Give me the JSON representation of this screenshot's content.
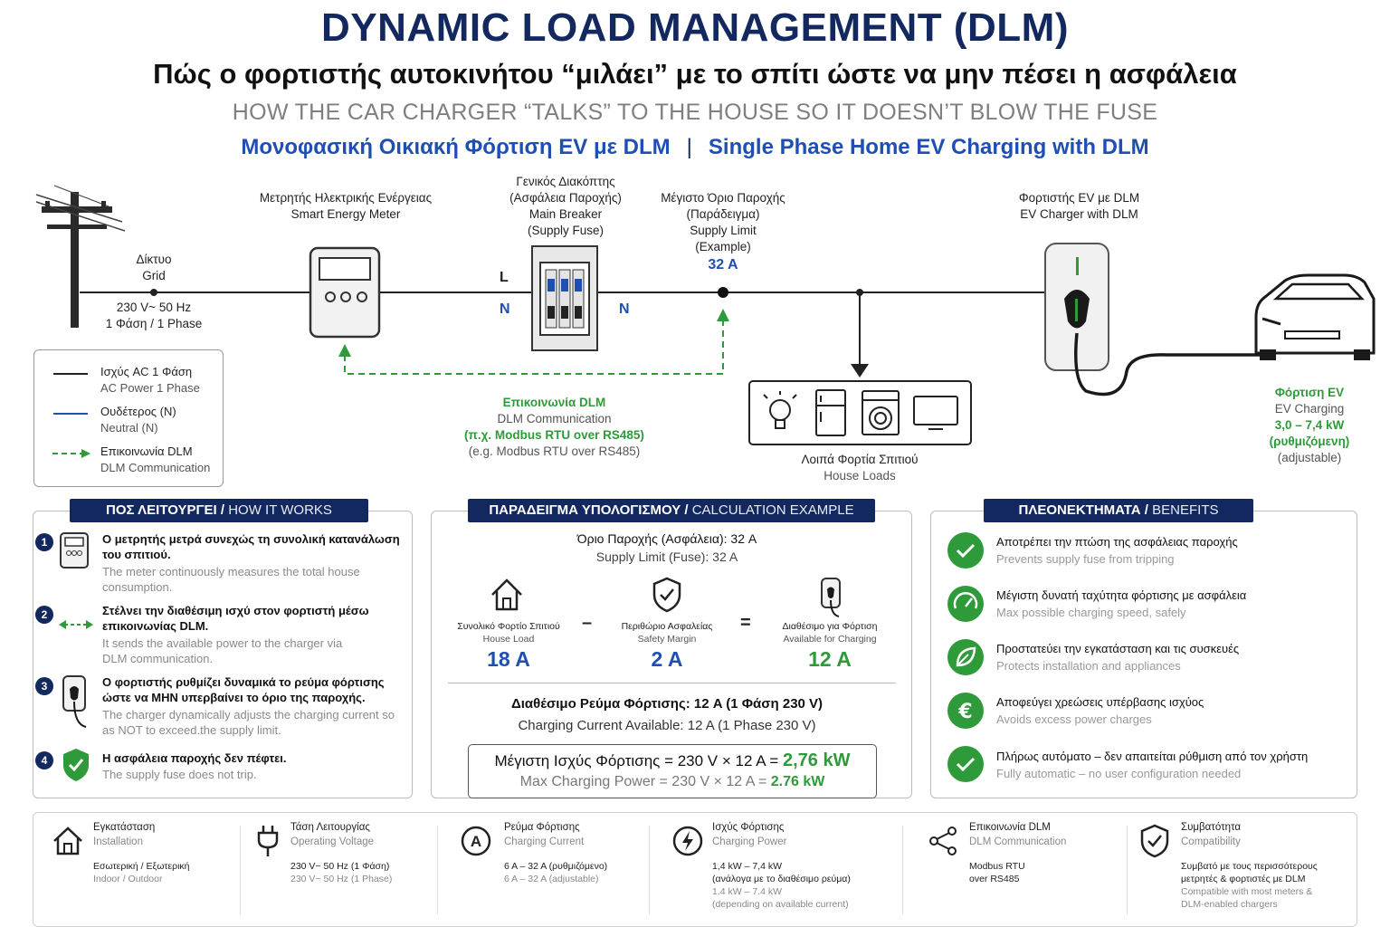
{
  "header": {
    "title": "DYNAMIC LOAD MANAGEMENT (DLM)",
    "subtitle_el": "Πώς ο φορτιστής αυτοκινήτου “μιλάει” με το σπίτι ώστε να μην πέσει η ασφάλεια",
    "subtitle_en": "HOW THE CAR CHARGER “TALKS” TO THE HOUSE SO IT DOESN’T BLOW THE FUSE",
    "banner_el": "Μονοφασική Οικιακή Φόρτιση EV με DLM",
    "banner_sep": "|",
    "banner_en": "Single Phase Home EV Charging with DLM"
  },
  "diagram": {
    "grid": {
      "el": "Δίκτυο",
      "en": "Grid",
      "spec1": "230 V~ 50 Hz",
      "spec2": "1 Φάση / 1 Phase"
    },
    "meter": {
      "el": "Μετρητής Ηλεκτρικής Ενέργειας",
      "en": "Smart Energy Meter"
    },
    "breaker": {
      "el1": "Γενικός Διακόπτης",
      "el2": "(Ασφάλεια Παροχής)",
      "en1": "Main Breaker",
      "en2": "(Supply Fuse)"
    },
    "supply_limit": {
      "el1": "Μέγιστο Όριο Παροχής",
      "el2": "(Παράδειγμα)",
      "en1": "Supply Limit",
      "en2": "(Example)",
      "value": "32 A"
    },
    "charger": {
      "el": "Φορτιστής EV με DLM",
      "en": "EV Charger with DLM"
    },
    "house_loads": {
      "el": "Λοιπά Φορτία Σπιτιού",
      "en": "House Loads"
    },
    "ev_charging": {
      "el": "Φόρτιση EV",
      "en": "EV Charging",
      "range": "3,0 – 7,4 kW",
      "adj_el": "(ρυθμιζόμενη)",
      "adj_en": "(adjustable)"
    },
    "dlm_comm": {
      "el": "Επικοινωνία DLM",
      "en": "DLM Communication",
      "ex_el": "(π.χ. Modbus RTU over RS485)",
      "ex_en": "(e.g. Modbus RTU over RS485)"
    },
    "wire_l": "L",
    "wire_n1": "N",
    "wire_n2": "N"
  },
  "legend": {
    "items": [
      {
        "el": "Ισχύς AC 1 Φάση",
        "en": "AC Power 1 Phase",
        "color": "#222222"
      },
      {
        "el": "Ουδέτερος (N)",
        "en": "Neutral (N)",
        "color": "#1f4fb3"
      },
      {
        "el": "Επικοινωνία DLM",
        "en": "DLM Communication",
        "color": "#2f9a3a"
      }
    ]
  },
  "how_it_works": {
    "head_el": "ΠΟΣ ΛΕΙΤΟΥΡΓΕΙ",
    "head_sep": " / ",
    "head_en": "HOW IT WORKS",
    "steps": [
      {
        "num": "1",
        "el": "Ο μετρητής μετρά συνεχώς τη συνολική κατανάλωση του σπιτιού.",
        "en": "The meter continuously measures the total house consumption."
      },
      {
        "num": "2",
        "el": "Στέλνει την διαθέσιμη ισχύ στον φορτιστή μέσω επικοινωνίας DLM.",
        "en": "It sends the available power to the charger via DLM communication."
      },
      {
        "num": "3",
        "el": "Ο φορτιστής ρυθμίζει δυναμικά το ρεύμα φόρτισης ώστε να ΜΗΝ υπερβαίνει το όριο της παροχής.",
        "en": "The charger dynamically adjusts the charging current so as NOT to exceed.the supply limit."
      },
      {
        "num": "4",
        "el": "Η ασφάλεια παροχής δεν πέφτει.",
        "en": "The supply fuse does not trip."
      }
    ]
  },
  "calculation": {
    "head_el": "ΠΑΡΑΔΕΙΓΜΑ ΥΠΟΛΟΓΙΣΜΟΥ",
    "head_sep": " / ",
    "head_en": "CALCULATION EXAMPLE",
    "limit_el": "Όριο Παροχής (Ασφάλεια): 32 A",
    "limit_en": "Supply Limit (Fuse): 32 A",
    "house": {
      "el": "Συνολικό Φορτίο Σπιτιού",
      "en": "House Load",
      "value": "18 A"
    },
    "minus": "–",
    "margin": {
      "el": "Περιθώριο Ασφαλείας",
      "en": "Safety Margin",
      "value": "2 A"
    },
    "equals": "=",
    "available": {
      "el": "Διαθέσιμο για Φόρτιση",
      "en": "Available for Charging",
      "value": "12 A"
    },
    "current_el": "Διαθέσιμο Ρεύμα Φόρτισης: 12 A (1 Φάση 230 V)",
    "current_en": "Charging Current Available: 12 A (1 Phase 230 V)",
    "power_el_prefix": "Μέγιστη Ισχύς Φόρτισης = 230 V × 12 A = ",
    "power_el_value": "2,76 kW",
    "power_en_prefix": "Max Charging Power = 230 V × 12 A = ",
    "power_en_value": "2.76 kW"
  },
  "benefits": {
    "head_el": "ΠΛΕΟΝΕΚΤΗΜΑΤΑ",
    "head_sep": " / ",
    "head_en": "BENEFITS",
    "items": [
      {
        "el": "Αποτρέπει την πτώση της ασφάλειας παροχής",
        "en": "Prevents supply fuse from tripping",
        "icon": "check-icon"
      },
      {
        "el": "Μέγιστη δυνατή ταχύτητα φόρτισης με ασφάλεια",
        "en": "Max possible charging speed, safely",
        "icon": "speedometer-icon"
      },
      {
        "el": "Προστατεύει την εγκατάσταση και τις συσκευές",
        "en": "Protects installation and appliances",
        "icon": "leaf-icon"
      },
      {
        "el": "Αποφεύγει χρεώσεις υπέρβασης ισχύος",
        "en": "Avoids excess power charges",
        "icon": "euro-icon"
      },
      {
        "el": "Πλήρως αυτόματο – δεν απαιτείται ρύθμιση από τον χρήστη",
        "en": "Fully automatic – no user configuration needed",
        "icon": "check-icon"
      }
    ]
  },
  "specs": [
    {
      "el": "Εγκατάσταση",
      "en": "Installation",
      "v1": "Εσωτερική / Εξωτερική",
      "v2": "Indoor / Outdoor",
      "v3": "",
      "v4": "",
      "icon": "house-icon"
    },
    {
      "el": "Τάση Λειτουργίας",
      "en": "Operating Voltage",
      "v1": "230 V~ 50 Hz (1 Φάση)",
      "v2": "230 V~ 50 Hz (1 Phase)",
      "v3": "",
      "v4": "",
      "icon": "plug-icon"
    },
    {
      "el": "Ρεύμα Φόρτισης",
      "en": "Charging Current",
      "v1": "6 A – 32 A (ρυθμιζόμενο)",
      "v2": "6 A – 32 A (adjustable)",
      "v3": "",
      "v4": "",
      "icon": "ampere-icon"
    },
    {
      "el": "Ισχύς Φόρτισης",
      "en": "Charging Power",
      "v1": "1,4 kW – 7,4 kW",
      "v2": "(ανάλογα με το διαθέσιμο ρεύμα)",
      "v3": "1.4 kW – 7.4 kW",
      "v4": "(depending on available current)",
      "icon": "lightning-icon"
    },
    {
      "el": "Επικοινωνία DLM",
      "en": "DLM Communication",
      "v1": "Modbus RTU",
      "v2": "over RS485",
      "v3": "",
      "v4": "",
      "icon": "network-icon"
    },
    {
      "el": "Συμβατότητα",
      "en": "Compatibility",
      "v1": "Συμβατό με τους περισσότερους",
      "v2": "μετρητές & φορτιστές με DLM",
      "v3": "Compatible with most meters &",
      "v4": "DLM-enabled chargers",
      "icon": "shield-check-icon"
    }
  ],
  "colors": {
    "navy": "#13285e",
    "blue": "#1f4fb3",
    "green": "#2f9a3a"
  }
}
